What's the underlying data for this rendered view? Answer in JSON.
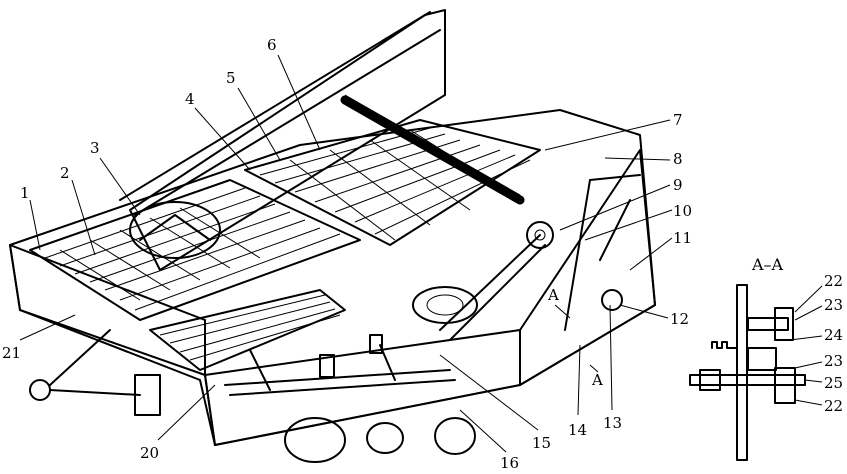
{
  "callouts": [
    {
      "id": "1",
      "text": "1"
    },
    {
      "id": "2",
      "text": "2"
    },
    {
      "id": "3",
      "text": "3"
    },
    {
      "id": "4",
      "text": "4"
    },
    {
      "id": "5",
      "text": "5"
    },
    {
      "id": "6",
      "text": "6"
    },
    {
      "id": "7",
      "text": "7"
    },
    {
      "id": "8",
      "text": "8"
    },
    {
      "id": "9",
      "text": "9"
    },
    {
      "id": "10",
      "text": "10"
    },
    {
      "id": "11",
      "text": "11"
    },
    {
      "id": "12",
      "text": "12"
    },
    {
      "id": "13",
      "text": "13"
    },
    {
      "id": "14",
      "text": "14"
    },
    {
      "id": "15",
      "text": "15"
    },
    {
      "id": "16",
      "text": "16"
    },
    {
      "id": "20",
      "text": "20"
    },
    {
      "id": "21",
      "text": "21"
    }
  ],
  "section": {
    "title": "A–A",
    "marker": "A",
    "callouts": [
      {
        "id": "22a",
        "text": "22"
      },
      {
        "id": "23a",
        "text": "23"
      },
      {
        "id": "24",
        "text": "24"
      },
      {
        "id": "23b",
        "text": "23"
      },
      {
        "id": "25",
        "text": "25"
      },
      {
        "id": "22b",
        "text": "22"
      }
    ]
  }
}
